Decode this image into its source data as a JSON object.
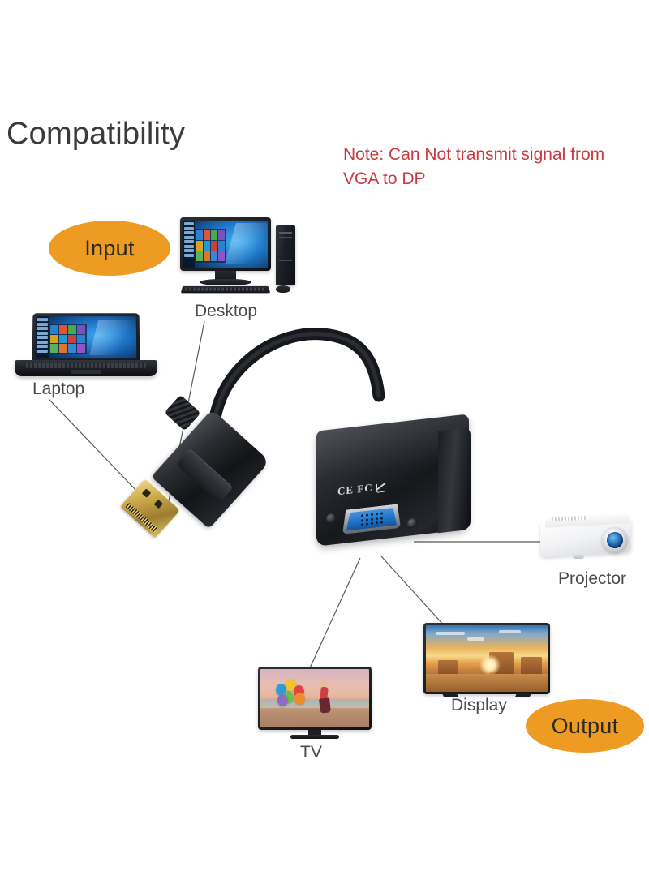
{
  "page": {
    "title": "Compatibility",
    "background_color": "#ffffff"
  },
  "note": {
    "text": "Note: Can Not transmit signal from VGA to DP",
    "color": "#c9393e"
  },
  "badges": {
    "input": {
      "label": "Input",
      "color": "#ed9b22"
    },
    "output": {
      "label": "Output",
      "color": "#ed9b22"
    }
  },
  "devices": {
    "input": [
      {
        "label": "Desktop",
        "icon": "desktop-computer-icon"
      },
      {
        "label": "Laptop",
        "icon": "laptop-icon"
      }
    ],
    "output": [
      {
        "label": "Projector",
        "icon": "projector-icon"
      },
      {
        "label": "Display",
        "icon": "monitor-icon"
      },
      {
        "label": "TV",
        "icon": "television-icon"
      }
    ]
  },
  "product": {
    "connector": {
      "name": "DisplayPort male connector",
      "plating": "gold"
    },
    "adapter": {
      "name": "DP to VGA adapter",
      "body_color": "#16181c",
      "port": {
        "type": "VGA",
        "color": "#1f6fc4",
        "pins": 15
      },
      "markings": "CE FC"
    }
  }
}
